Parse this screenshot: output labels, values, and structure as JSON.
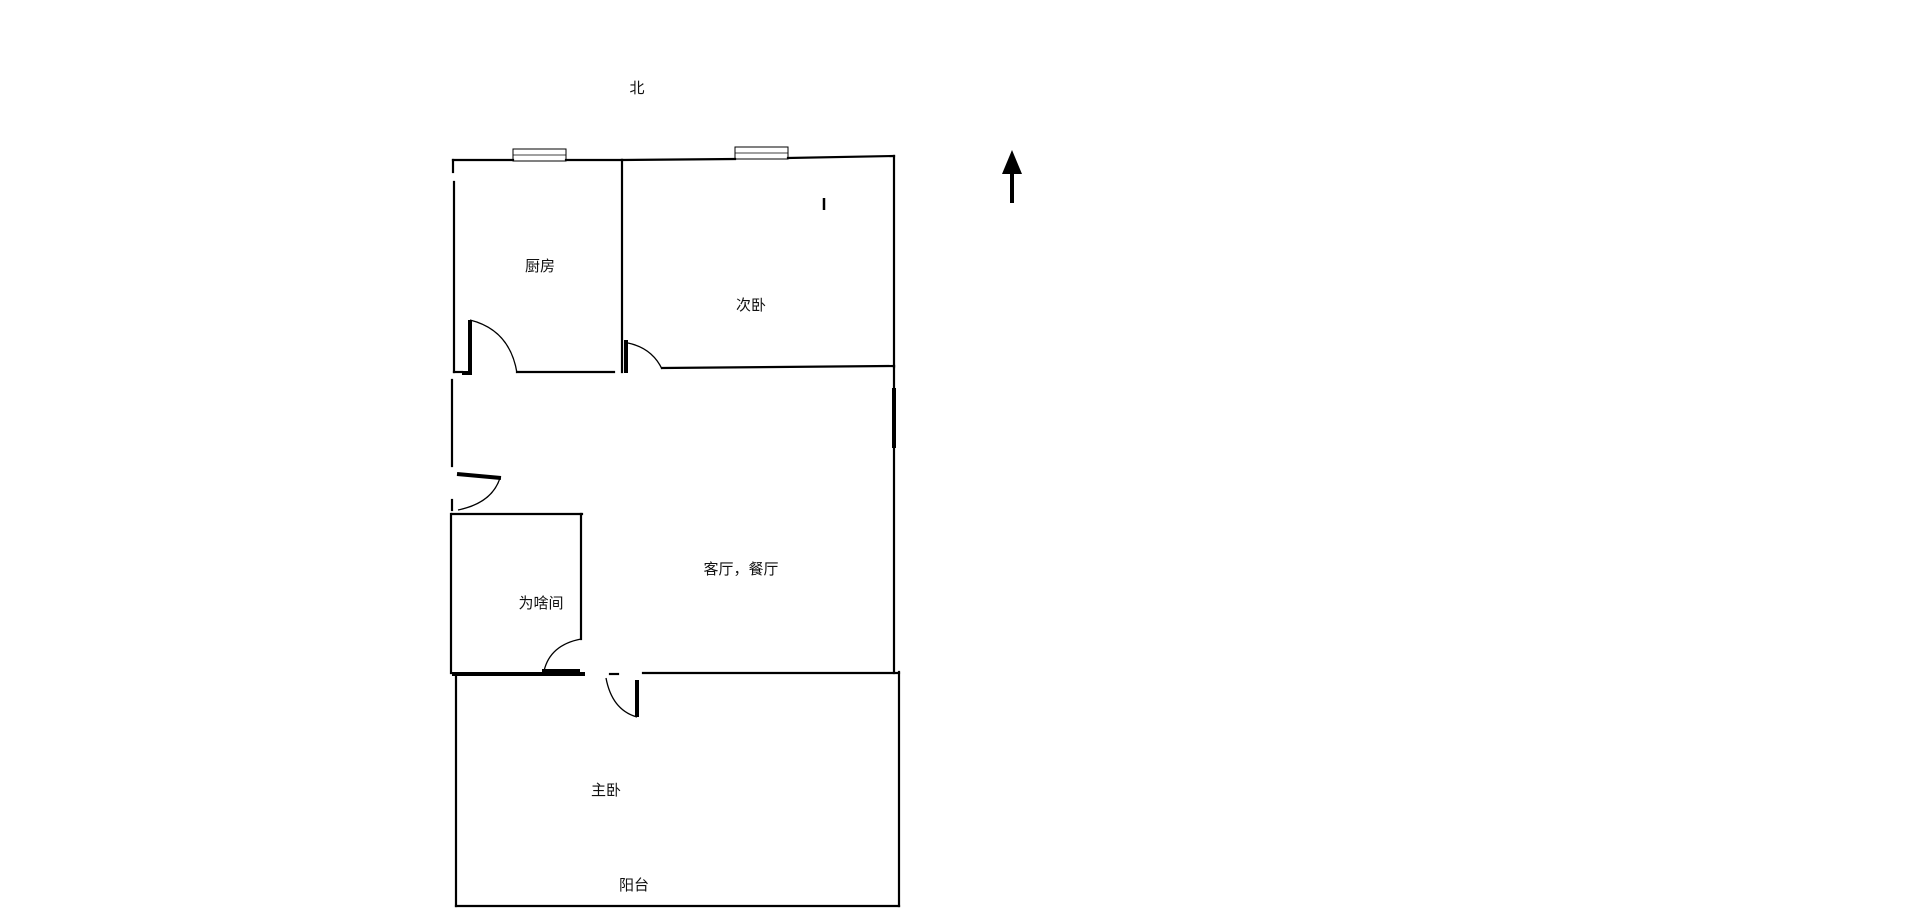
{
  "compass": {
    "north_label": "北"
  },
  "rooms": {
    "kitchen": "厨房",
    "second_bedroom": "次卧",
    "living_dining": "客厅，餐厅",
    "misc_room": "为啥间",
    "master_bedroom": "主卧",
    "balcony": "阳台"
  }
}
